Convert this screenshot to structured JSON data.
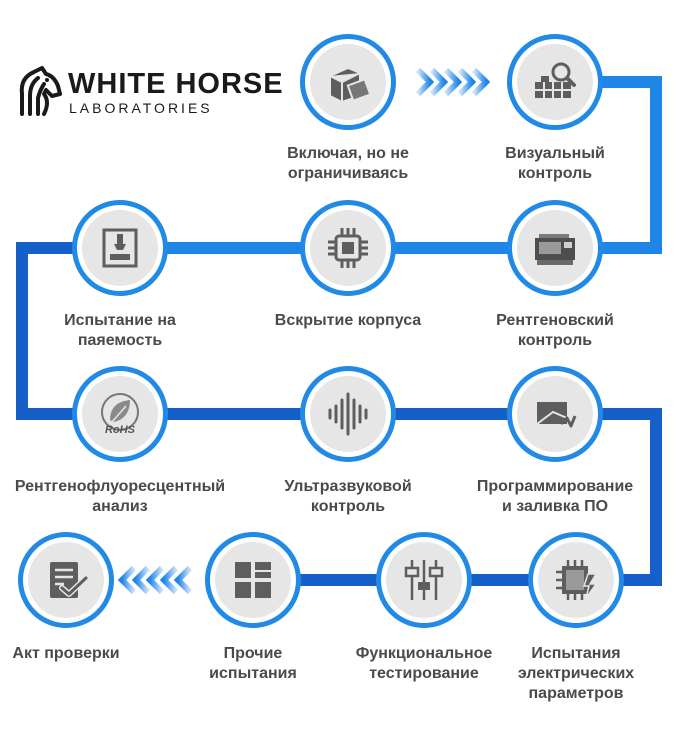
{
  "brand": {
    "title": "WHITE HORSE",
    "subtitle": "LABORATORIES"
  },
  "colors": {
    "accent": "#2189e6",
    "wire_dark": "#1560c8",
    "icon": "#666666",
    "icon_bg": "#e6e6e6",
    "text": "#4a4a4a"
  },
  "steps": [
    {
      "label_lines": [
        "Включая, но не",
        "ограничиваясь"
      ],
      "icon": "boxes-icon"
    },
    {
      "label_lines": [
        "Визуальный",
        "контроль"
      ],
      "icon": "magnifier-icon"
    },
    {
      "label_lines": [
        "Рентгеновский",
        "контроль"
      ],
      "icon": "xray-machine-icon"
    },
    {
      "label_lines": [
        "Вскрытие корпуса"
      ],
      "icon": "chip-icon"
    },
    {
      "label_lines": [
        "Испытание на",
        "паяемость"
      ],
      "icon": "solder-station-icon"
    },
    {
      "label_lines": [
        "Рентгенофлуоресцентный",
        "анализ"
      ],
      "icon": "rohs-icon",
      "icon_text": "RoHS"
    },
    {
      "label_lines": [
        "Ультразвуковой",
        "контроль"
      ],
      "icon": "soundwave-icon"
    },
    {
      "label_lines": [
        "Программирование",
        "и заливка ПО"
      ],
      "icon": "programmer-icon"
    },
    {
      "label_lines": [
        "Испытания",
        "электрических",
        "параметров"
      ],
      "icon": "chip-lightning-icon"
    },
    {
      "label_lines": [
        "Функциональное",
        "тестирование"
      ],
      "icon": "sliders-icon"
    },
    {
      "label_lines": [
        "Прочие",
        "испытания"
      ],
      "icon": "grid-icon"
    },
    {
      "label_lines": [
        "Акт проверки"
      ],
      "icon": "report-icon"
    }
  ]
}
